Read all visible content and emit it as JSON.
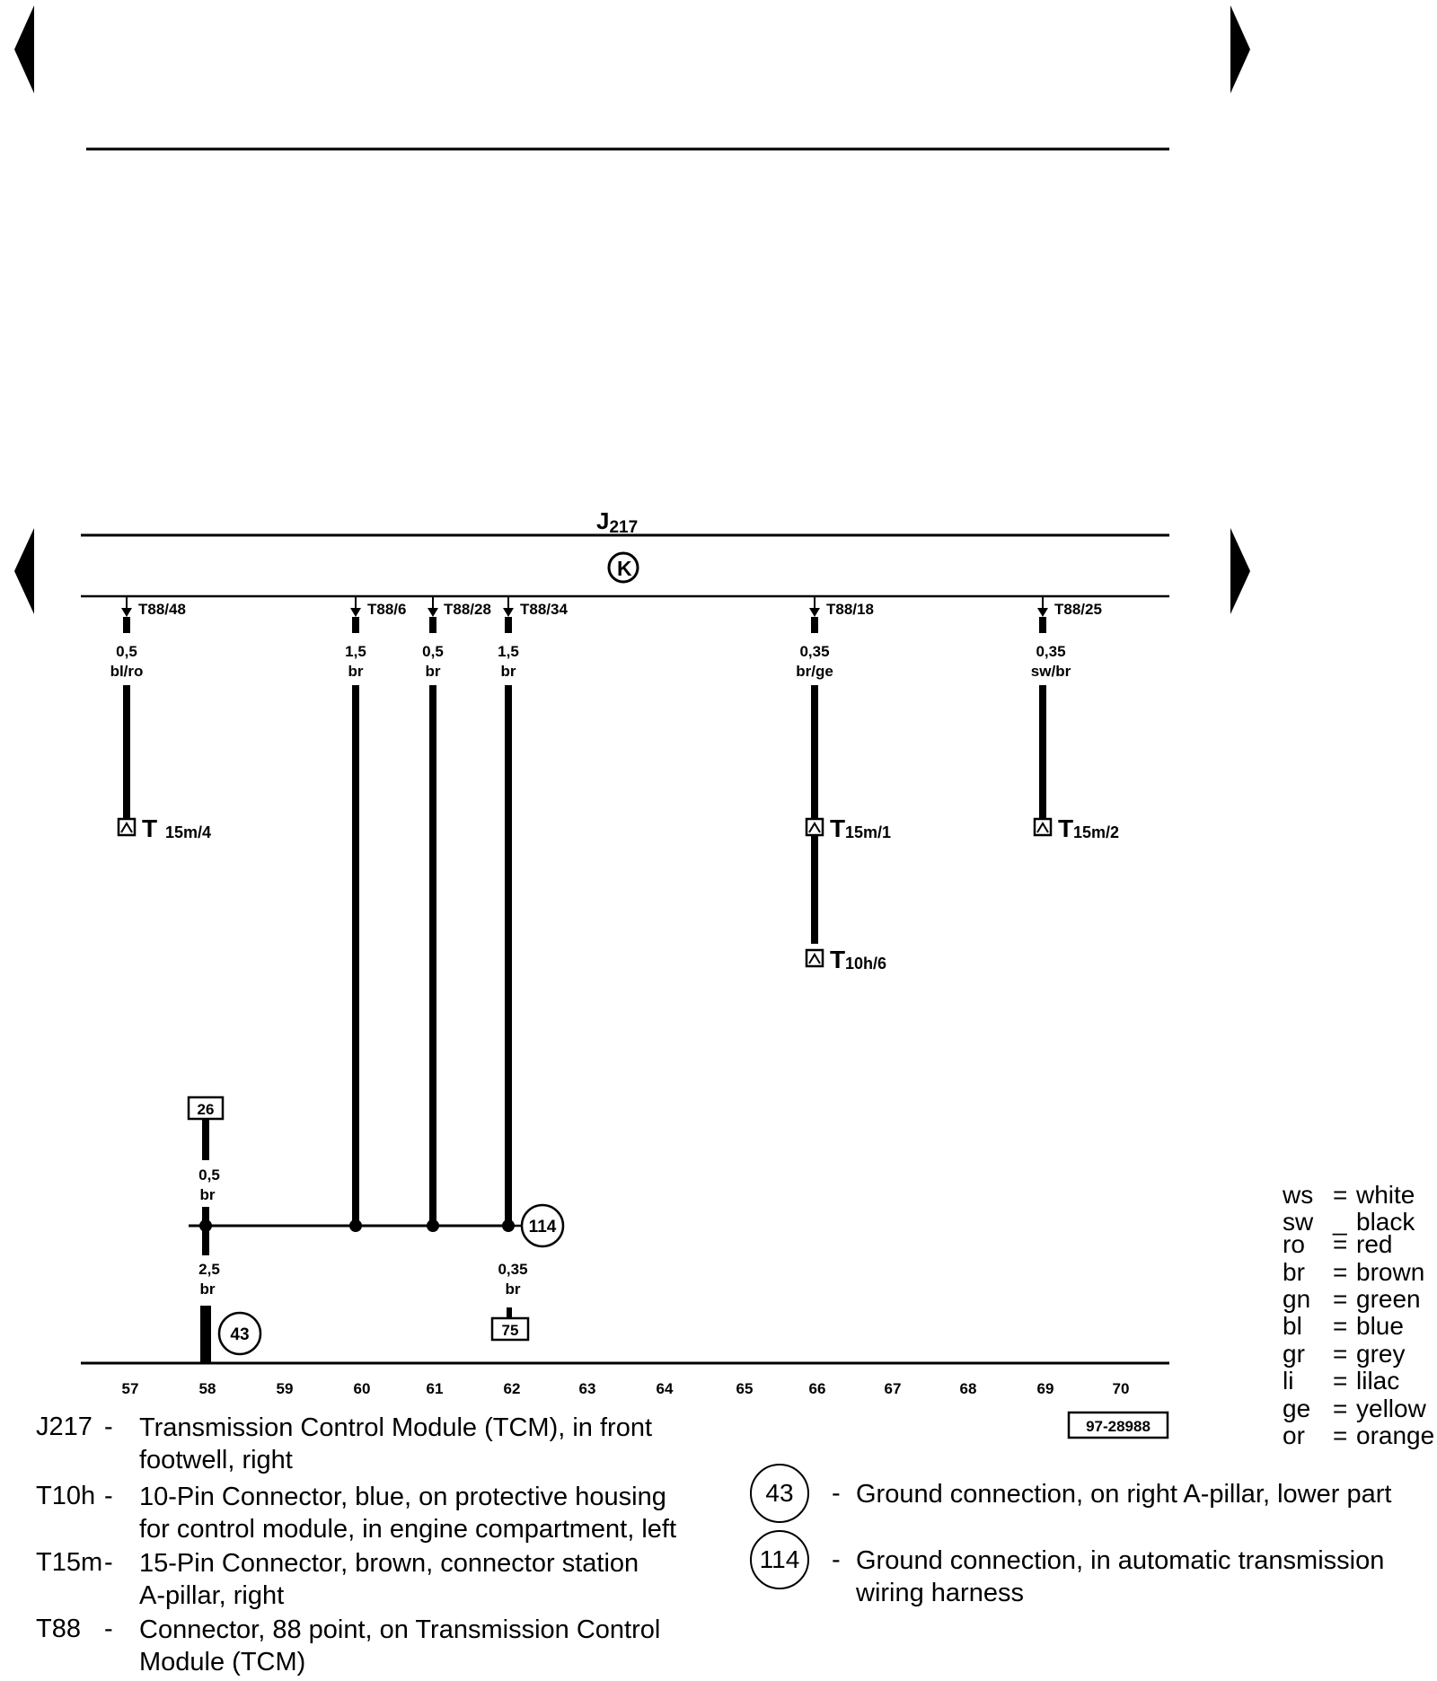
{
  "module": {
    "name": "J",
    "subscript": "217",
    "symbol": "K"
  },
  "pins": [
    {
      "name": "T88/48",
      "wire_size": "0,5",
      "wire_color": "bl/ro"
    },
    {
      "name": "T88/6",
      "wire_size": "1,5",
      "wire_color": "br"
    },
    {
      "name": "T88/28",
      "wire_size": "0,5",
      "wire_color": "br"
    },
    {
      "name": "T88/34",
      "wire_size": "1,5",
      "wire_color": "br"
    },
    {
      "name": "T88/18",
      "wire_size": "0,35",
      "wire_color": "br/ge"
    },
    {
      "name": "T88/25",
      "wire_size": "0,35",
      "wire_color": "sw/br"
    }
  ],
  "connectors": [
    {
      "main": "T",
      "sub": "15m/4"
    },
    {
      "main": "T",
      "sub": "15m/1"
    },
    {
      "main": "T",
      "sub": "15m/2"
    },
    {
      "main": "T",
      "sub": "10h/6"
    }
  ],
  "ref_boxes": [
    "26",
    "75"
  ],
  "ground_circles": [
    "114",
    "43"
  ],
  "wire_labels": [
    {
      "size": "0,5",
      "color": "br"
    },
    {
      "size": "2,5",
      "color": "br"
    },
    {
      "size": "0,35",
      "color": "br"
    }
  ],
  "tracks": [
    "57",
    "58",
    "59",
    "60",
    "61",
    "62",
    "63",
    "64",
    "65",
    "66",
    "67",
    "68",
    "69",
    "70"
  ],
  "figure_id": "97-28988",
  "legend": [
    {
      "key": "J217",
      "lines": [
        "Transmission Control Module (TCM), in front",
        "footwell, right"
      ]
    },
    {
      "key": "T10h",
      "lines": [
        "10-Pin Connector, blue, on protective housing",
        "for control module, in engine compartment, left"
      ]
    },
    {
      "key": "T15m",
      "lines": [
        "15-Pin Connector, brown, connector station",
        "A-pillar, right"
      ]
    },
    {
      "key": "T88",
      "lines": [
        "Connector, 88 point, on Transmission Control",
        "Module (TCM)"
      ]
    }
  ],
  "ground_legend": [
    {
      "number": "43",
      "lines": [
        "Ground connection, on right A-pillar, lower part"
      ]
    },
    {
      "number": "114",
      "lines": [
        "Ground connection, in automatic transmission",
        "wiring harness"
      ]
    }
  ],
  "color_codes": [
    {
      "abbr": "ws",
      "sep": "=",
      "name": "white"
    },
    {
      "abbr": "sw",
      "sep": "_",
      "name": "black"
    },
    {
      "abbr": "ro",
      "sep": "=",
      "name": "red"
    },
    {
      "abbr": "br",
      "sep": "=",
      "name": "brown"
    },
    {
      "abbr": "gn",
      "sep": "=",
      "name": "green"
    },
    {
      "abbr": "bl",
      "sep": "=",
      "name": "blue"
    },
    {
      "abbr": "gr",
      "sep": "=",
      "name": "grey"
    },
    {
      "abbr": "li",
      "sep": "=",
      "name": "lilac"
    },
    {
      "abbr": "ge",
      "sep": "=",
      "name": "yellow"
    },
    {
      "abbr": "or",
      "sep": "=",
      "name": "orange"
    }
  ]
}
